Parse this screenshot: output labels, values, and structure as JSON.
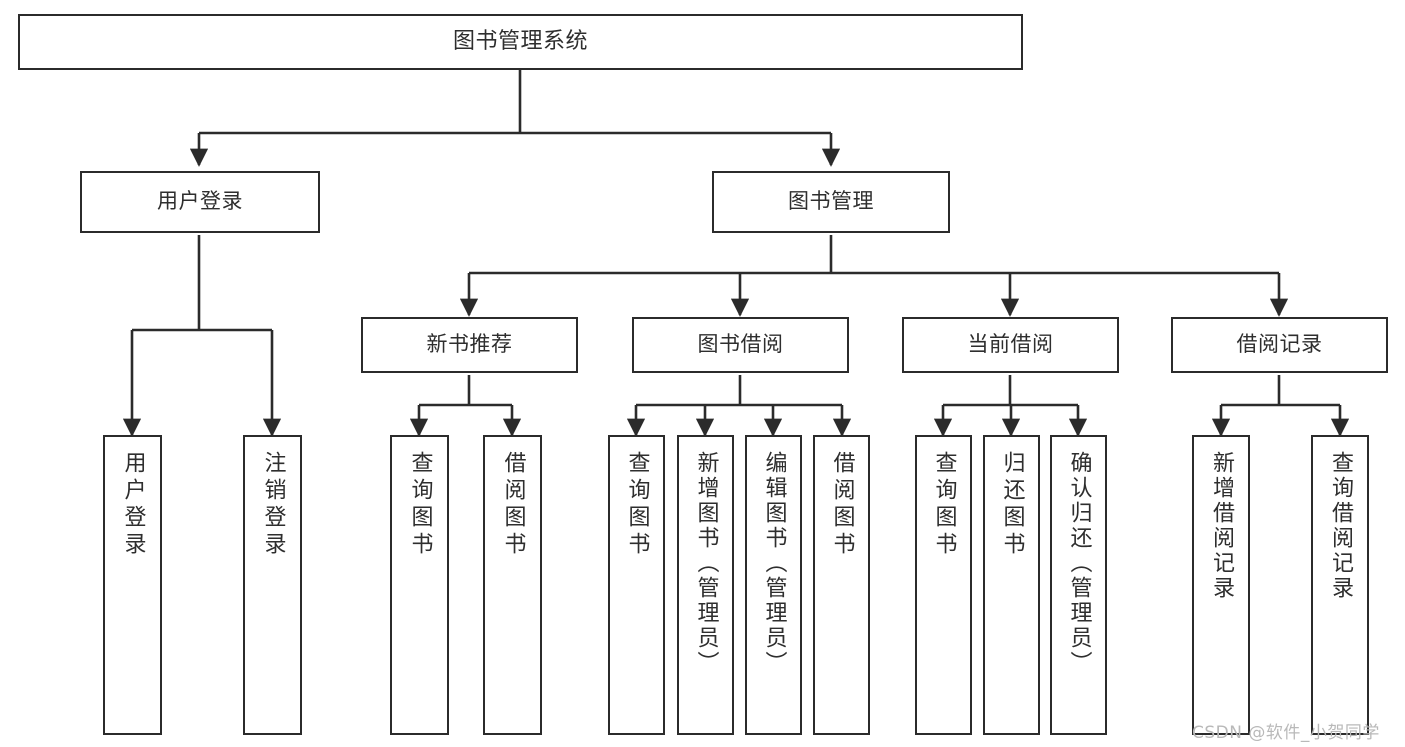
{
  "diagram": {
    "title": "图书管理系统",
    "type": "tree-hierarchy-chart",
    "watermark": "CSDN @软件_小贺同学",
    "colors": {
      "border": "#2b2b2b",
      "text": "#2e2e2e",
      "background": "#ffffff",
      "edge": "#2b2b2b",
      "watermark": "#b9b9b9"
    },
    "nodes": {
      "root": {
        "label": "图书管理系统"
      },
      "level2": [
        {
          "id": "user-login",
          "label": "用户登录"
        },
        {
          "id": "book-manage",
          "label": "图书管理"
        }
      ],
      "level3": [
        {
          "id": "new-book-recommend",
          "label": "新书推荐"
        },
        {
          "id": "book-borrow",
          "label": "图书借阅"
        },
        {
          "id": "current-borrow",
          "label": "当前借阅"
        },
        {
          "id": "borrow-record",
          "label": "借阅记录"
        }
      ],
      "leaves": [
        {
          "id": "leaf-user-login",
          "label": "用户登录",
          "parent": "user-login"
        },
        {
          "id": "leaf-logout-login",
          "label": "注销登录",
          "parent": "user-login"
        },
        {
          "id": "leaf-query-book-1",
          "label": "查询图书",
          "parent": "new-book-recommend"
        },
        {
          "id": "leaf-borrow-book-1",
          "label": "借阅图书",
          "parent": "new-book-recommend"
        },
        {
          "id": "leaf-query-book-2",
          "label": "查询图书",
          "parent": "book-borrow"
        },
        {
          "id": "leaf-add-book",
          "label": "新增图书（管理员）",
          "parent": "book-borrow"
        },
        {
          "id": "leaf-edit-book",
          "label": "编辑图书（管理员）",
          "parent": "book-borrow"
        },
        {
          "id": "leaf-borrow-book-2",
          "label": "借阅图书",
          "parent": "book-borrow"
        },
        {
          "id": "leaf-query-book-3",
          "label": "查询图书",
          "parent": "current-borrow"
        },
        {
          "id": "leaf-return-book",
          "label": "归还图书",
          "parent": "current-borrow"
        },
        {
          "id": "leaf-confirm-return",
          "label": "确认归还（管理员）",
          "parent": "current-borrow"
        },
        {
          "id": "leaf-add-record",
          "label": "新增借阅记录",
          "parent": "borrow-record"
        },
        {
          "id": "leaf-query-record",
          "label": "查询借阅记录",
          "parent": "borrow-record"
        }
      ]
    }
  }
}
